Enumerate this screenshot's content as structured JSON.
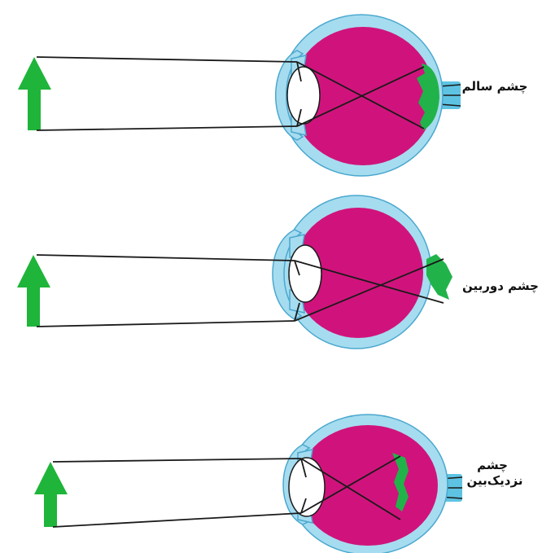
{
  "colors": {
    "background": "#ffffff",
    "sclera": "#a6dcef",
    "sclera_outline": "#4aa8cf",
    "vitreous": "#d0137c",
    "lens": "#ffffff",
    "ray": "#1a1a1a",
    "object_arrow": "#1eb53a",
    "image": "#21b34a",
    "optic_nerve": "#5ec3e3"
  },
  "panels": [
    {
      "id": "normal",
      "label": "چشم سالم",
      "image_location": "on retina"
    },
    {
      "id": "hyperopic",
      "label": "چشم دوربین",
      "image_location": "behind retina"
    },
    {
      "id": "myopic",
      "label_line1": "چشم",
      "label_line2": "نزدیک‌بین",
      "image_location": "in front of retina"
    }
  ]
}
